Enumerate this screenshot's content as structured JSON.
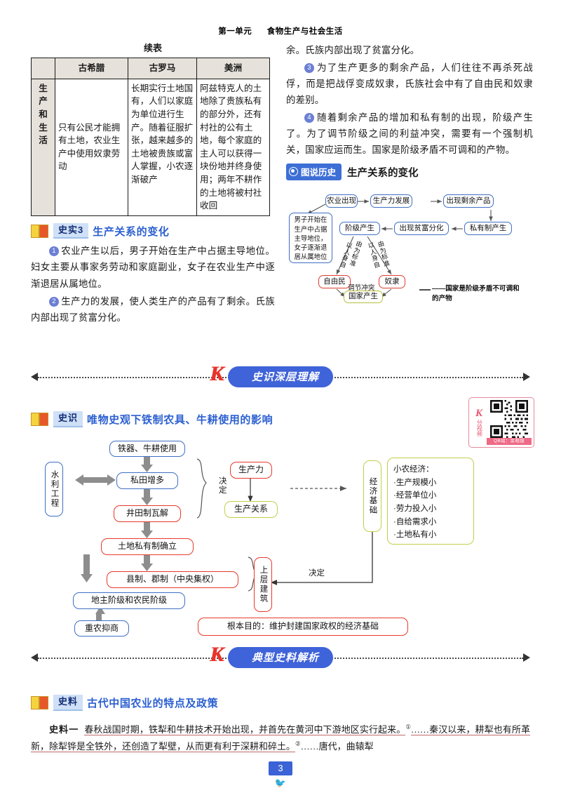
{
  "header": {
    "unit": "第一单元",
    "title": "食物生产与社会生活"
  },
  "table": {
    "continued_label": "续表",
    "columns": [
      "",
      "古希腊",
      "古罗马",
      "美洲"
    ],
    "rows": [
      {
        "rowhead": "生产和生活",
        "cells": [
          "只有公民才能拥有土地，农业生产中使用奴隶劳动",
          "长期实行土地国有，人们以家庭为单位进行生产。随着征服扩张，越来越多的土地被贵族或富人掌握，小农逐渐破产",
          "阿兹特克人的土地除了贵族私有的部分外，还有村社的公有土地，每个家庭的主人可以获得一块份地并终身使用；两年不耕作的土地将被村社收回"
        ]
      }
    ]
  },
  "section_shishi3": {
    "tag": "史实3",
    "title": "生产关系的变化",
    "paragraphs": [
      {
        "num": "1",
        "text": "农业产生以后，男子开始在生产中占据主导地位。妇女主要从事家务劳动和家庭副业，女子在农业生产中逐渐退居从属地位。"
      },
      {
        "num": "2",
        "text": "生产力的发展，使人类生产的产品有了剩余。氏族内部出现了贫富分化。"
      },
      {
        "num": "3",
        "text": "为了生产更多的剩余产品，人们往往不再杀死战俘，而是把战俘变成奴隶，氏族社会中有了自由民和奴隶的差别。"
      },
      {
        "num": "4",
        "text": "随着剩余产品的增加和私有制的出现，阶级产生了。为了调节阶级之间的利益冲突，需要有一个强制机关，国家应运而生。国家是阶级矛盾不可调和的产物。"
      }
    ]
  },
  "tushuo": {
    "tag": "图说历史",
    "icon": "eye-icon",
    "title": "生产关系的变化",
    "nodes": {
      "agriculture": "农业出现",
      "productivity": "生产力发展",
      "surplus": "出现剩余产品",
      "private": "私有制产生",
      "rich_poor": "出现贫富分化",
      "class": "阶级产生",
      "men_lead": "男子开始在生产中占据主导地位，女子逐渐退居从属地位",
      "freeman": "自由民",
      "slave": "奴隶",
      "state": "国家产生"
    },
    "edge_labels": {
      "person_std_left_a": "以人身自",
      "person_std_left_b": "由为标准",
      "person_std_right_a": "以人身自",
      "person_std_right_b": "由为标准",
      "mediate": "调节冲突"
    },
    "note": "——国家是阶级矛盾不可调和的产物"
  },
  "banner1": {
    "text": "史识深层理解",
    "mark": "K"
  },
  "section_shishi": {
    "tag": "史识",
    "title": "唯物史观下铁制农具、牛耕使用的影响"
  },
  "qr": {
    "k": "K",
    "vertical": "分视频",
    "caption": "QB站：余萌煜"
  },
  "bigflow": {
    "nodes": {
      "iron_ox": "铁器、牛耕使用",
      "water": "水利工程",
      "private_field": "私田增多",
      "jingtian": "井田制瓦解",
      "land_private": "土地私有制确立",
      "county": "县制、郡制（中央集权）",
      "landlord_peasant": "地主阶级和农民阶级",
      "agri_first": "重农抑商",
      "productivity": "生产力",
      "relations": "生产关系",
      "econ_base": "经济基础",
      "superstructure": "上层建筑",
      "small_farm_title": "小农经济：",
      "small_farm_items": [
        "·生产规模小",
        "·经营单位小",
        "·劳力投入小",
        "·自给需求小",
        "·土地私有小"
      ],
      "root_purpose": "根本目的：维护封建国家政权的经济基础"
    },
    "labels": {
      "decide1": "决定",
      "decide2": "决定"
    }
  },
  "banner2": {
    "text": "典型史料解析",
    "mark": "K"
  },
  "section_shiliao": {
    "tag": "史料",
    "title": "古代中国农业的特点及政策"
  },
  "shiliao_one": {
    "label": "史料一",
    "seg1": "春秋战国时期，铁犁和牛耕技术开始出现，并首先在黄河中下游地区实行起来。",
    "sup1": "①",
    "seg2": "……秦汉以来，耕犁也有所革新，除犁铧是全铁外，还创造了犁壁，从而更有利于深耕和碎土。",
    "sup2": "②",
    "seg3": "……唐代，曲辕犁"
  },
  "page_number": "3",
  "bird": "bird-icon",
  "colors": {
    "accent_blue": "#3f63d8",
    "tag_blue": "#cfe0f7",
    "title_blue": "#2b5fd0",
    "node_blue": "#3f6fc4",
    "node_red": "#e8392b",
    "node_olive": "#c3ce4a",
    "circle_num": "#6b7fd4",
    "qr_pink": "#ef6a86",
    "table_head": "#e6e1da"
  }
}
